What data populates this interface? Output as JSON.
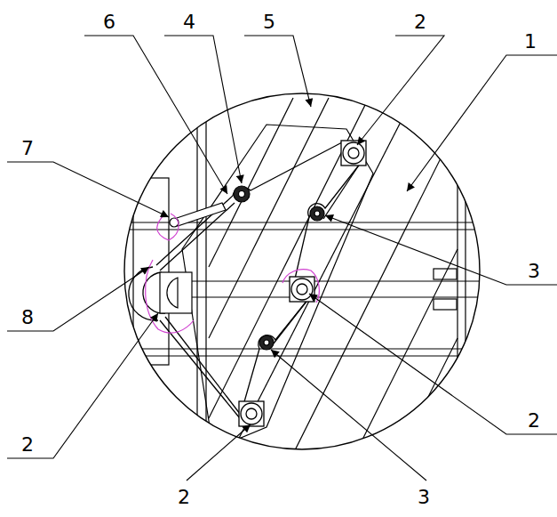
{
  "diagram": {
    "labels": [
      "6",
      "4",
      "5",
      "2",
      "1",
      "7",
      "3",
      "8",
      "2",
      "2",
      "2",
      "3"
    ]
  }
}
